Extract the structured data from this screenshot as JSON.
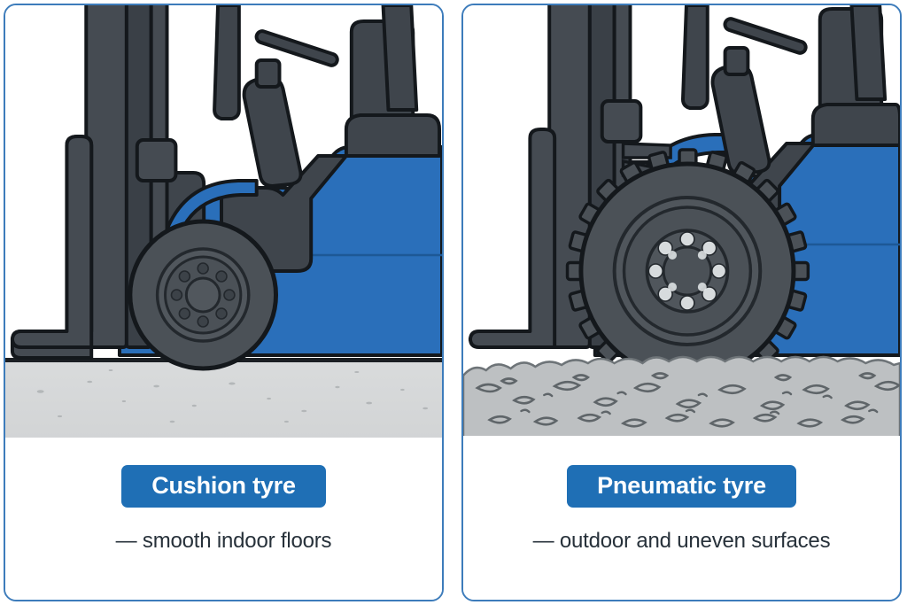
{
  "colors": {
    "panel_border": "#3d7cbb",
    "badge_blue": "#1f6fb5",
    "body_blue": "#2a6fba",
    "dark_grey": "#3f454c",
    "tyre_grey": "#4b5157",
    "outline": "#14181c",
    "floor_grey": "#d5d7d8",
    "gravel_grey": "#bdc0c2",
    "page_background": "#ffffff"
  },
  "panels": [
    {
      "id": "cushion",
      "badge_label": "Cushion tyre",
      "subtitle": "— smooth indoor floors",
      "ground_type": "smooth-concrete-floor",
      "tyre_type": "cushion-solid-tyre",
      "vehicle": "forklift-side-view"
    },
    {
      "id": "pneumatic",
      "badge_label": "Pneumatic tyre",
      "subtitle": "— outdoor and uneven surfaces",
      "ground_type": "gravel-surface",
      "tyre_type": "pneumatic-lug-tread-tyre",
      "vehicle": "forklift-side-view"
    }
  ]
}
